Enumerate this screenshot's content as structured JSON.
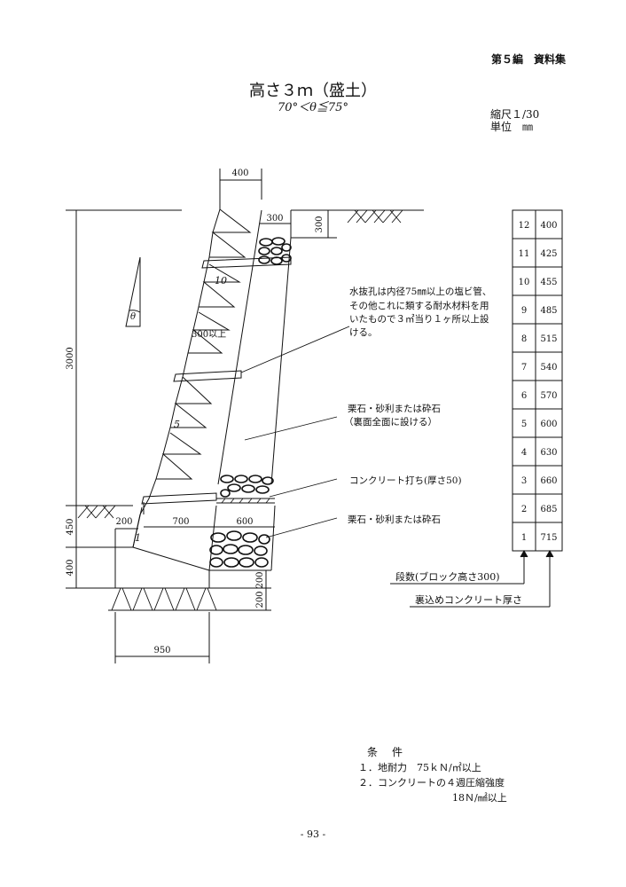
{
  "header": {
    "section": "第５編　資料集"
  },
  "title": "高さ３ｍ（盛土）",
  "subtitle": "70°＜θ≦75°",
  "scale": {
    "ratio": "縮尺１/30",
    "unit": "単位　㎜"
  },
  "dims": {
    "top_width": "400",
    "gravel_top_w": "300",
    "gravel_top_h": "300",
    "height": "3000",
    "base_height": "450",
    "foundation_h": "400",
    "toe": "200",
    "base_w": "700",
    "gravel_w": "600",
    "conc_h": "200",
    "bottom_h": "200",
    "base_total": "950",
    "spacing": "300以上",
    "theta": "θ",
    "block_top": "10",
    "block_mid": "5",
    "block_bot": "1"
  },
  "notes": {
    "drain": [
      "水抜孔は内径75㎜以上の塩ビ管、",
      "その他これに類する耐水材料を用",
      "いたもので３㎡当り１ヶ所以上設",
      "ける。"
    ],
    "gravel_back": [
      "栗石・砂利または砕石",
      "（裏面全面に設ける）"
    ],
    "concrete": "コンクリート打ち(厚さ50)",
    "gravel_base": "栗石・砂利または砕石"
  },
  "table": {
    "rows": [
      {
        "step": "12",
        "thick": "400"
      },
      {
        "step": "11",
        "thick": "425"
      },
      {
        "step": "10",
        "thick": "455"
      },
      {
        "step": "9",
        "thick": "485"
      },
      {
        "step": "8",
        "thick": "515"
      },
      {
        "step": "7",
        "thick": "540"
      },
      {
        "step": "6",
        "thick": "570"
      },
      {
        "step": "5",
        "thick": "600"
      },
      {
        "step": "4",
        "thick": "630"
      },
      {
        "step": "3",
        "thick": "660"
      },
      {
        "step": "2",
        "thick": "685"
      },
      {
        "step": "1",
        "thick": "715"
      }
    ],
    "label_steps": "段数(ブロック高さ300)",
    "label_thickness": "裏込めコンクリート厚さ"
  },
  "conditions": {
    "title": "条　件",
    "items": [
      "１．地耐力　75ｋＮ/㎡以上",
      "２．コンクリートの４週圧縮強度"
    ],
    "item2_value": "18Ｎ/㎟以上"
  },
  "page_number": "‐ 93 ‐"
}
